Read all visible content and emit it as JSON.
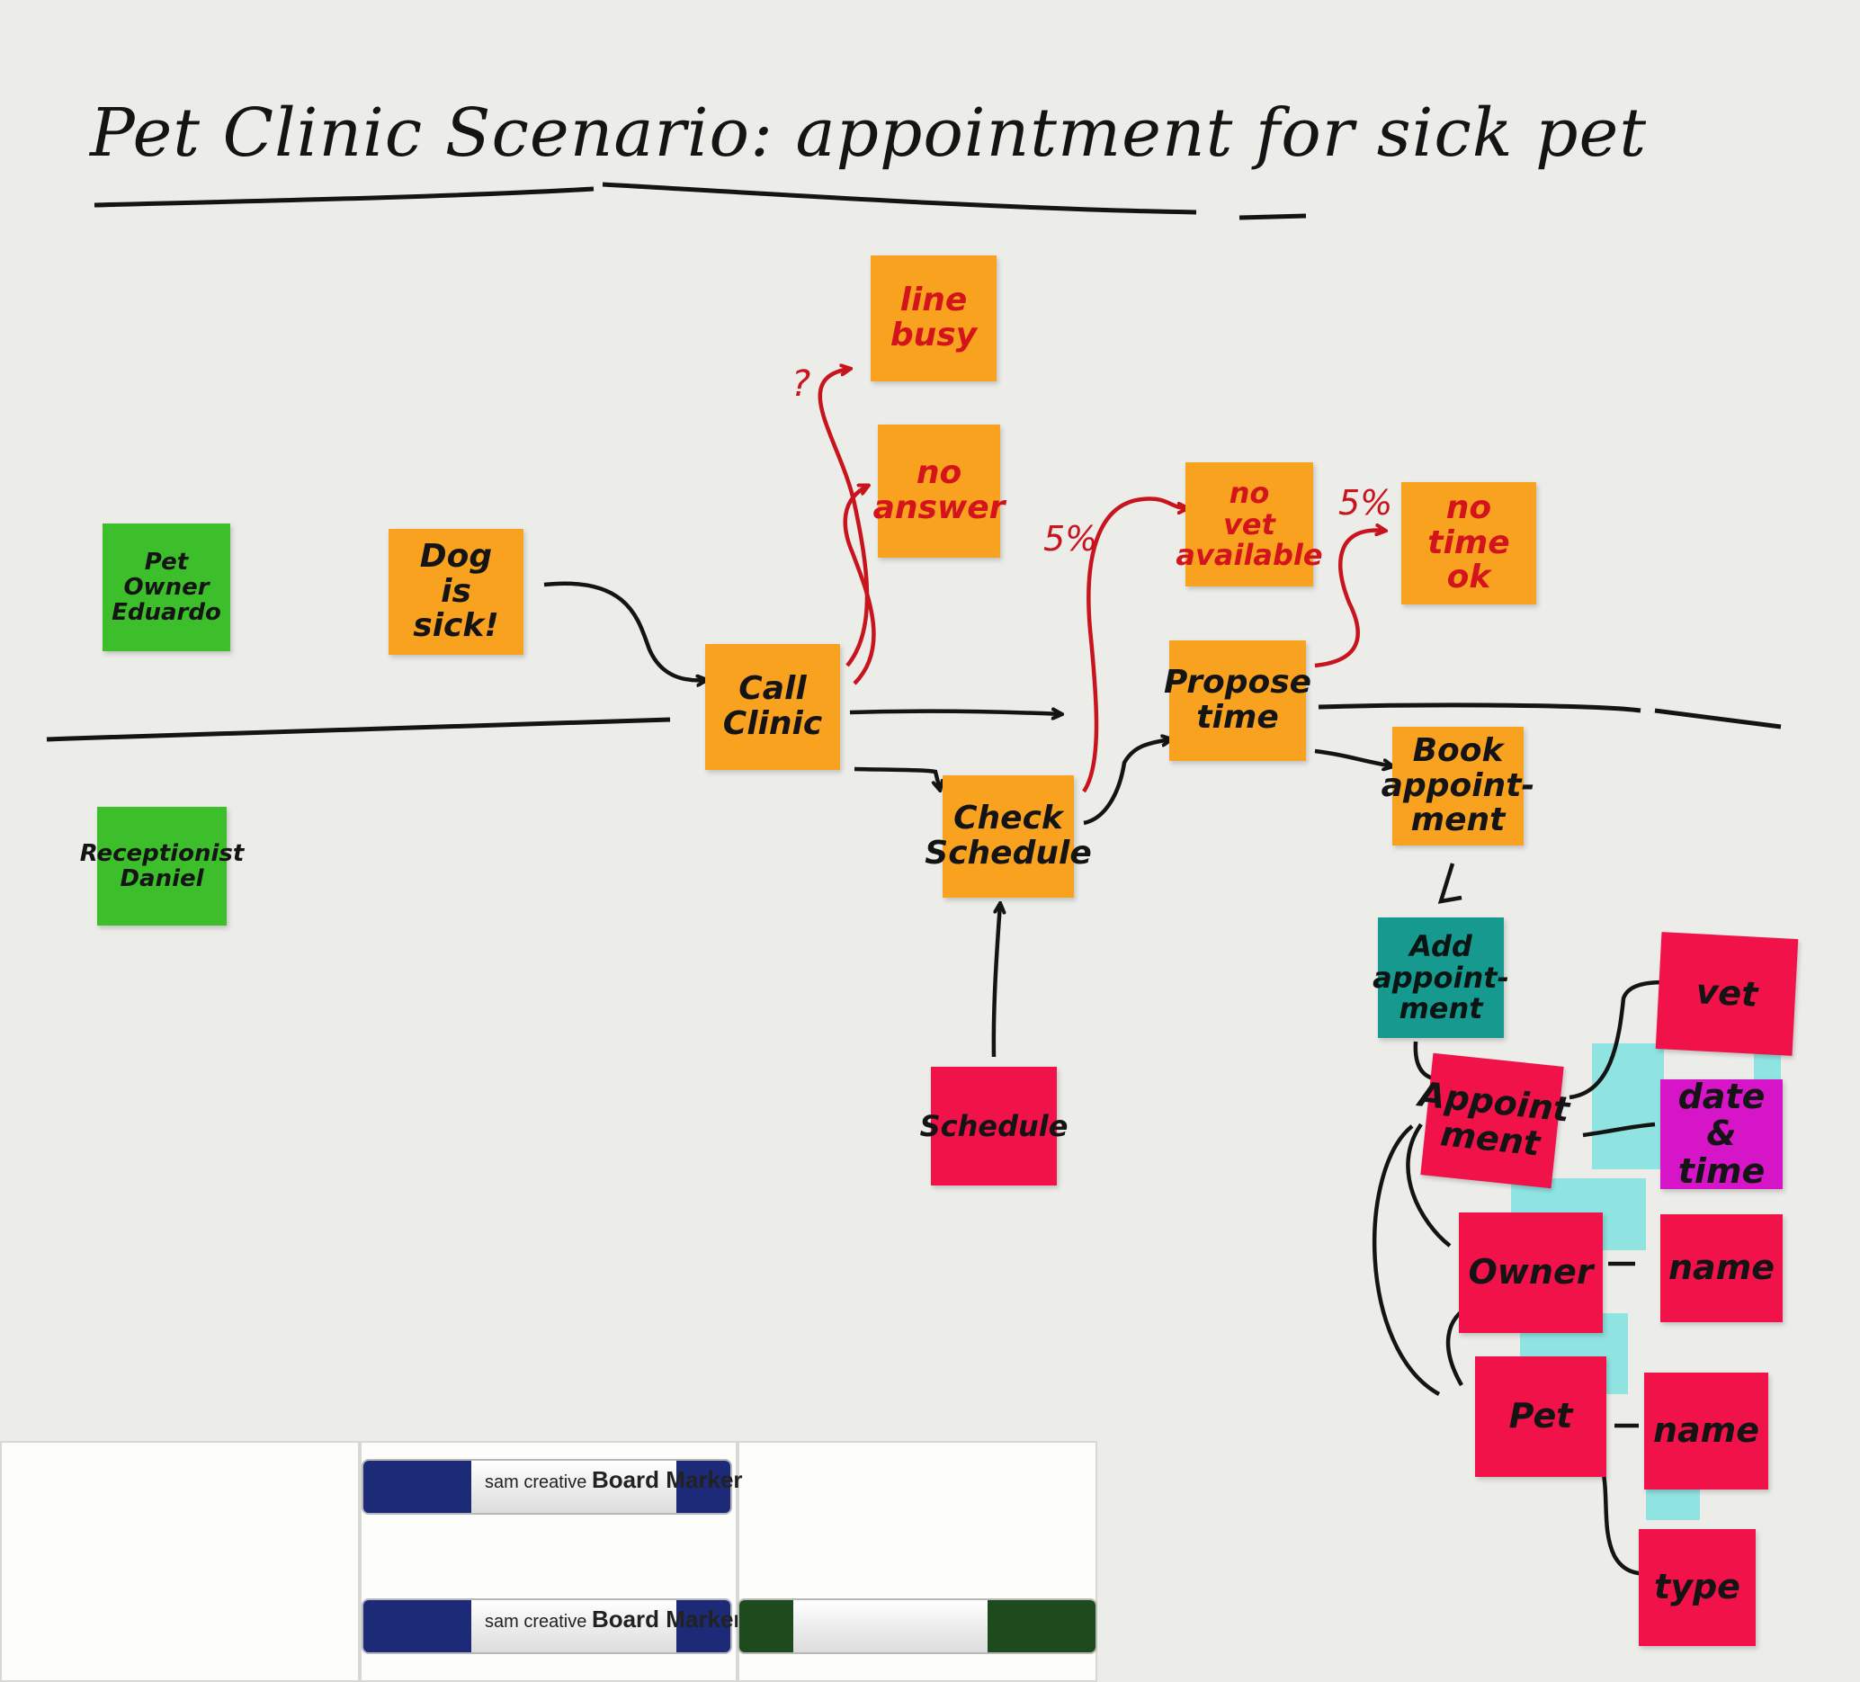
{
  "title": "Pet Clinic Scenario: appointment for sick pet",
  "actors": {
    "pet_owner": "Pet Owner\nEduardo",
    "receptionist": "Receptionist\nDaniel"
  },
  "events": {
    "dog_sick": "Dog\nis\nsick!",
    "call_clinic": "Call\nClinic",
    "check_schedule": "Check\nSchedule",
    "propose_time": "Propose\ntime",
    "book_appointment": "Book\nappoint-\nment"
  },
  "hotspots": {
    "line_busy": "line\nbusy",
    "no_answer": "no\nanswer",
    "no_vet": "no\nvet\navailable",
    "no_time": "no\ntime\nok"
  },
  "annotations": {
    "question": "?",
    "pct_no_vet": "5%",
    "pct_no_time": "5%"
  },
  "command": {
    "add_appointment": "Add\nappoint-\nment"
  },
  "readmodel": {
    "schedule": "Schedule"
  },
  "model": {
    "appointment": "Appoint\nment",
    "vet": "vet",
    "date_time": "date\n& time",
    "owner": "Owner",
    "owner_name": "name",
    "pet": "Pet",
    "pet_name": "name",
    "type": "type"
  },
  "markers": {
    "brand": "sam creative",
    "product": "Board Marker"
  },
  "colors": {
    "board": "#ecece9",
    "orange": "#f9a21f",
    "green": "#3cbf2a",
    "teal": "#169a8f",
    "red": "#f2124a",
    "magenta": "#d614c8",
    "cyan_tape": "#7fe3e0",
    "ink": "#141414",
    "red_ink": "#c8141c"
  }
}
